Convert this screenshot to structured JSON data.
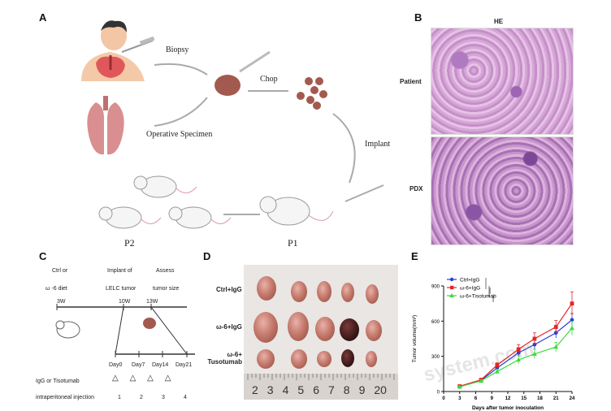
{
  "panel_labels": {
    "a": "A",
    "b": "B",
    "c": "C",
    "d": "D",
    "e": "E"
  },
  "panelA": {
    "biopsy": "Biopsy",
    "chop": "Chop",
    "operative": "Operative Specimen",
    "implant": "Implant",
    "p2": "P2",
    "p1": "P1"
  },
  "panelB": {
    "title": "HE",
    "row1": "Patient",
    "row2": "PDX"
  },
  "panelC": {
    "t1a": "Ctrl or",
    "t1b": "ω -6 diet",
    "t2a": "Implant of",
    "t2b": "LELC tumor",
    "t3a": "Assess",
    "t3b": "tumor size",
    "w1": "3W",
    "w2": "10W",
    "w3": "13W",
    "days": [
      "Day0",
      "Day7",
      "Day14",
      "Day21"
    ],
    "row1_label": "IgG or Tisotumab",
    "row2_label": "intraperitoneal injection",
    "injections": [
      "1",
      "2",
      "3",
      "4"
    ]
  },
  "panelD": {
    "rows": [
      "Ctrl+IgG",
      "ω-6+IgG",
      "ω-6+\nTusotumab"
    ],
    "ruler_numbers": [
      "2",
      "3",
      "4",
      "5",
      "6",
      "7",
      "8",
      "9",
      "20"
    ]
  },
  "watermark": "system.com",
  "chart_data": {
    "type": "line",
    "xlabel": "Days after tumor inoculation",
    "ylabel": "Tumor volume(mm³)",
    "x": [
      3,
      7,
      10,
      14,
      17,
      21,
      24
    ],
    "xticks": [
      "0",
      "3",
      "6",
      "9",
      "12",
      "15",
      "18",
      "21",
      "24"
    ],
    "yticks": [
      "0",
      "300",
      "600",
      "900"
    ],
    "xlim": [
      0,
      24
    ],
    "ylim": [
      0,
      900
    ],
    "significance": [
      "****",
      "****"
    ],
    "series": [
      {
        "name": "Ctrl+IgG",
        "color": "#2a3fd0",
        "marker": "circle",
        "values": [
          40,
          95,
          200,
          330,
          400,
          500,
          610
        ],
        "err": [
          5,
          10,
          20,
          35,
          40,
          45,
          55
        ]
      },
      {
        "name": "ω-6+IgG",
        "color": "#e32626",
        "marker": "square",
        "values": [
          45,
          100,
          225,
          360,
          450,
          550,
          750
        ],
        "err": [
          5,
          10,
          20,
          40,
          50,
          55,
          100
        ]
      },
      {
        "name": "ω-6+Tisotumab",
        "color": "#3ddc3d",
        "marker": "triangle",
        "values": [
          40,
          90,
          170,
          270,
          320,
          380,
          540
        ],
        "err": [
          5,
          10,
          20,
          35,
          40,
          40,
          60
        ]
      }
    ]
  }
}
